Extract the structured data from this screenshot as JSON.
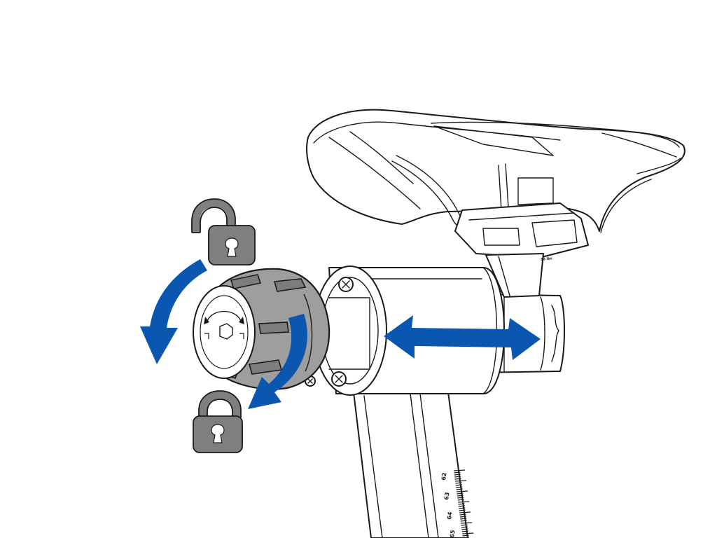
{
  "colors": {
    "arrow": "#0b57b0",
    "knob": "#9e9e9e",
    "knob_dark": "#7d7d7d",
    "lock": "#7f7f7f",
    "outline": "#1a1a1a",
    "background": "#ffffff"
  },
  "icons": {
    "unlock": "padlock-open-icon",
    "lock": "padlock-closed-icon",
    "rotate_ccw": "rotate-counterclockwise-arrow",
    "rotate_cw": "rotate-clockwise-arrow",
    "slide": "double-headed-arrow"
  },
  "saddle": {
    "underside_label": "30 lbs"
  },
  "seat_post_scale": {
    "labels": [
      "62",
      "63",
      "64",
      "65"
    ]
  }
}
